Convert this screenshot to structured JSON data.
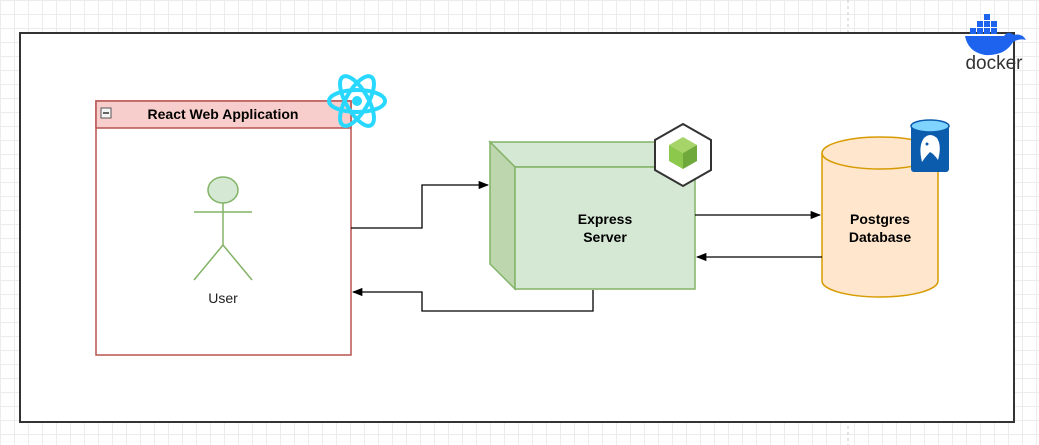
{
  "docker": {
    "label": "docker"
  },
  "react_app": {
    "title": "React Web Application",
    "actor_label": "User"
  },
  "express": {
    "line1": "Express",
    "line2": "Server"
  },
  "postgres": {
    "line1": "Postgres",
    "line2": "Database"
  },
  "colors": {
    "react_fill": "#f8cecc",
    "react_stroke": "#b85450",
    "express_fill": "#d5e8d4",
    "express_stroke": "#82b366",
    "postgres_fill": "#ffe6cc",
    "postgres_stroke": "#d79b00",
    "react_logo": "#29d8ff",
    "docker_blue": "#1d63ed",
    "postgres_icon": "#0b5cad",
    "node_green": "#8cc84b"
  }
}
